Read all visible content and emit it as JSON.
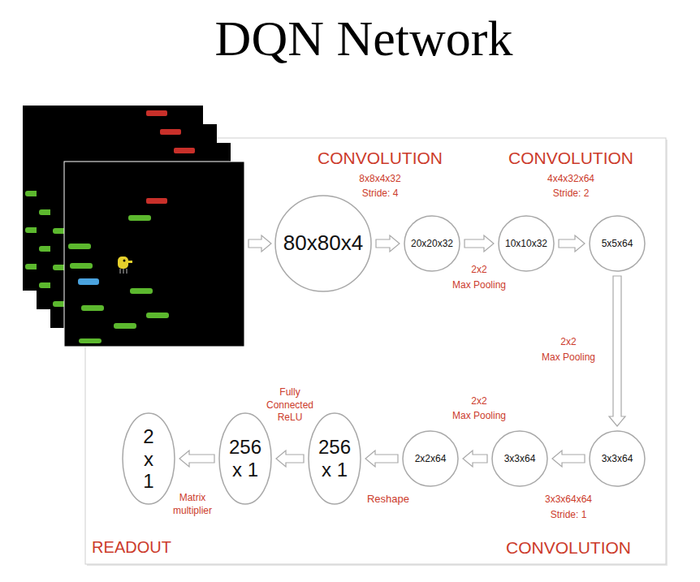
{
  "diagram": {
    "title": "DQN Network",
    "nodes": [
      {
        "text": [
          "80x80x4"
        ]
      },
      {
        "text": [
          "20x20x32"
        ]
      },
      {
        "text": [
          "10x10x32"
        ]
      },
      {
        "text": [
          "5x5x64"
        ]
      },
      {
        "text": [
          "3x3x64"
        ]
      },
      {
        "text": [
          "3x3x64"
        ]
      },
      {
        "text": [
          "2x2x64"
        ]
      },
      {
        "text": [
          "256 x 1"
        ]
      },
      {
        "text": [
          "256 x 1"
        ]
      },
      {
        "text": [
          "2 x 1"
        ]
      }
    ],
    "edges": [
      {
        "from": 0,
        "to": 1,
        "arrow": "to"
      },
      {
        "from": 1,
        "to": 2,
        "arrow": "to"
      },
      {
        "from": 2,
        "to": 3,
        "arrow": "to"
      },
      {
        "from": 3,
        "to": 4,
        "arrow": "to"
      },
      {
        "from": 4,
        "to": 5,
        "arrow": "to"
      },
      {
        "from": 5,
        "to": 6,
        "arrow": "to"
      },
      {
        "from": 6,
        "to": 7,
        "arrow": "to"
      },
      {
        "from": 7,
        "to": 8,
        "arrow": "to"
      },
      {
        "from": 8,
        "to": 9,
        "arrow": "to"
      }
    ],
    "labels": [
      "CONVOLUTION",
      "8x8x4x32",
      "Stride: 4",
      "CONVOLUTION",
      "4x4x32x64",
      "Stride: 2",
      "2x2",
      "Max Pooling",
      "2x2",
      "Max Pooling",
      "Fully Connected ReLU",
      "2x2",
      "Max Pooling",
      "Reshape",
      "Matrix multiplier",
      "3x3x64x64",
      "Stride: 1",
      "READOUT",
      "CONVOLUTION"
    ]
  }
}
